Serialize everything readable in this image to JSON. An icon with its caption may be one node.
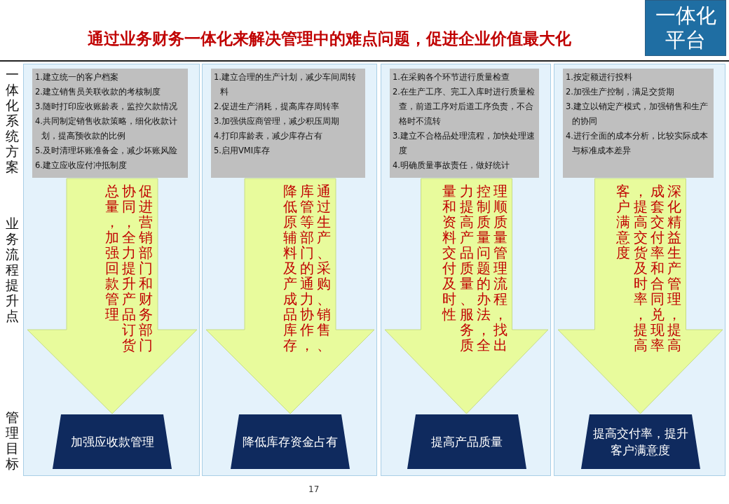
{
  "diagram": {
    "title": "通过业务财务一体化来解决管理中的难点问题，促进企业价值最大化",
    "nodes": [
      {
        "text": [
          "一体化平台"
        ]
      },
      {
        "text": [],
        "shape": "box"
      },
      {
        "text": [
          "1.建立统一的客户档案",
          "2.建立销售员关联收款的考核制度",
          "3.随时打印应收账龄表，监控欠款情况",
          "4.共同制定销售收款策略，细化收款计划，提高预收款的比例",
          "5.及时清理坏账准备金，减少坏账风险",
          "6.建立应收应付冲抵制度"
        ],
        "in": 1
      },
      {
        "text": [
          "加强应收款管理"
        ],
        "in": 1
      },
      {
        "text": [],
        "shape": "box"
      },
      {
        "text": [
          "1.建立合理的生产计划，减少车间周转料",
          "2.促进生产消耗，提高库存周转率",
          "3.加强供应商管理，减少积压周期",
          "4.打印库龄表，减少库存占有",
          "5.启用VMI库存"
        ],
        "in": 4
      },
      {
        "text": [
          "降低库存资金占有"
        ],
        "in": 4
      },
      {
        "text": [],
        "shape": "box"
      },
      {
        "text": [
          "1.在采购各个环节进行质量检查",
          "2.在生产工序、完工入库时进行质量检查，前道工序对后道工序负责，不合格时不流转",
          "3.建立不合格品处理流程，加快处理速度",
          "4.明确质量事故责任，做好统计"
        ],
        "in": 7
      },
      {
        "text": [
          "提高产品质量"
        ],
        "in": 7
      },
      {
        "text": [],
        "shape": "box"
      },
      {
        "text": [
          "1.按定额进行投料",
          "2.加强生产控制，满足交货期",
          "3.建立以销定产模式，加强销售和生产的协同",
          "4.进行全面的成本分析，比较实际成本与标准成本差异"
        ],
        "in": 10
      },
      {
        "text": [
          "提高交付率，提升客户满意度"
        ],
        "in": 10
      }
    ],
    "edges": [
      {
        "from": 2,
        "to": 3,
        "arrow": "to",
        "style": "thick",
        "label": "促进营销部门和财务部门协同，全力提升产品订货总量，加强回款管理"
      },
      {
        "from": 5,
        "to": 6,
        "arrow": "to",
        "style": "thick",
        "label": "通过生产、采购、销售、库管等部门的通力协作，降低原辅料及产成品库存"
      },
      {
        "from": 8,
        "to": 9,
        "arrow": "to",
        "style": "thick",
        "label": "理顺质量管理流程，找出控制质量问题的办法，全力提高产品质量、服务质量和资料交付及时性"
      },
      {
        "from": 11,
        "to": 12,
        "arrow": "to",
        "style": "thick",
        "label": "深化精益生产管理，提高成套交付率和合同兑现率，提高交货及时率，提高客户满意度"
      }
    ],
    "labels": [
      "一体化系统方案",
      "业务流程提升点",
      "管理目标",
      "17"
    ]
  }
}
